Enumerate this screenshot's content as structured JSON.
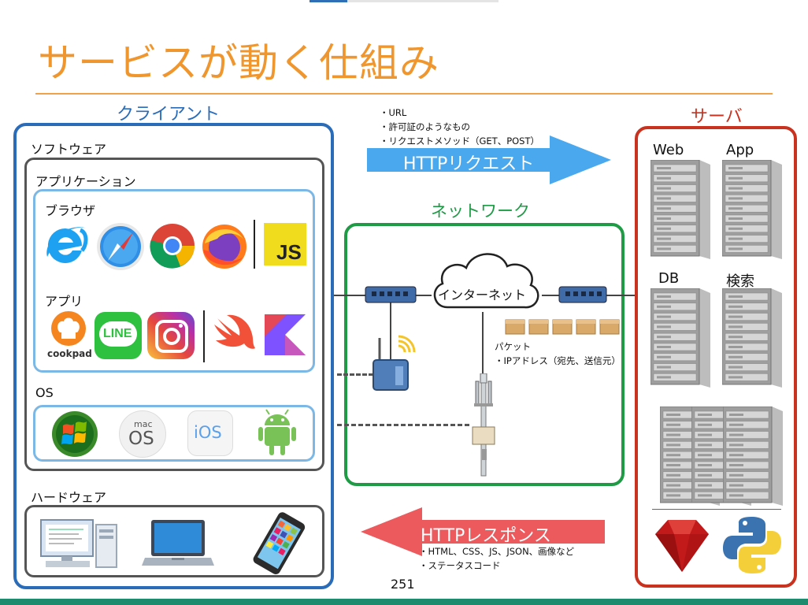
{
  "title": "サービスが動く仕組み",
  "client": {
    "heading": "クライアント",
    "software_label": "ソフトウェア",
    "application_label": "アプリケーション",
    "browser_label": "ブラウザ",
    "browser_icons": [
      "ie-icon",
      "safari-icon",
      "chrome-icon",
      "firefox-icon",
      "javascript-icon"
    ],
    "js_text": "JS",
    "app_label": "アプリ",
    "app_icons": [
      "cookpad-icon",
      "line-icon",
      "instagram-icon",
      "swift-icon",
      "kotlin-icon"
    ],
    "cookpad_text": "cookpad",
    "line_text": "LINE",
    "os_label": "OS",
    "os_icons": [
      "windows-icon",
      "macos-icon",
      "ios-icon",
      "android-icon"
    ],
    "mac_small": "mac",
    "mac_big": "OS",
    "ios_text": "iOS",
    "hardware_label": "ハードウェア",
    "hardware_icons": [
      "desktop-pc-icon",
      "laptop-icon",
      "smartphone-icon"
    ]
  },
  "request": {
    "bullets": [
      "・URL",
      "・許可証のようなもの",
      "・リクエストメソッド（GET、POST）"
    ],
    "label": "HTTPリクエスト",
    "color": "#4aa8ee"
  },
  "network": {
    "heading": "ネットワーク",
    "internet_label": "インターネット",
    "packet_label": "パケット",
    "packet_detail": "・IPアドレス（宛先、送信元）"
  },
  "response": {
    "label": "HTTPレスポンス",
    "bullets": [
      "・HTML、CSS、JS、JSON、画像など",
      "・ステータスコード"
    ],
    "color": "#ec5a5e"
  },
  "server": {
    "heading": "サーバ",
    "servers": [
      "Web",
      "App",
      "DB",
      "検索"
    ],
    "languages": [
      "ruby-icon",
      "python-icon"
    ]
  },
  "page_number": "251",
  "colors": {
    "title": "#f0962e",
    "client": "#2b6cb8",
    "network": "#1f9b46",
    "server": "#c8321f"
  }
}
